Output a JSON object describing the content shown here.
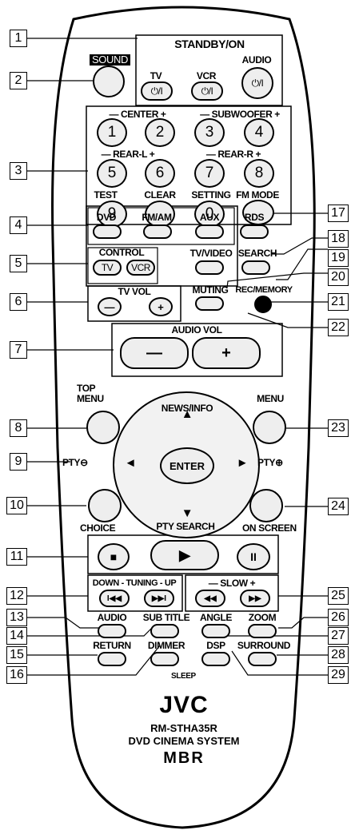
{
  "labels": {
    "standby_on": "STANDBY/ON",
    "sound": "SOUND",
    "tv": "TV",
    "vcr": "VCR",
    "audio": "AUDIO",
    "power_symbol": "⏻/I",
    "center": "— CENTER +",
    "subwoofer": "— SUBWOOFER +",
    "rear_l": "— REAR-L +",
    "rear_r": "— REAR-R +",
    "test": "TEST",
    "clear": "CLEAR",
    "setting": "SETTING",
    "fm_mode": "FM MODE",
    "dvd": "DVD",
    "fm_am": "FM/AM",
    "aux": "AUX",
    "rds": "RDS",
    "control": "CONTROL",
    "control_tv": "TV",
    "control_vcr": "VCR",
    "tv_video": "TV/VIDEO",
    "search": "SEARCH",
    "tv_vol": "TV VOL",
    "muting": "MUTING",
    "rec_memory": "REC/MEMORY",
    "audio_vol": "AUDIO VOL",
    "minus": "—",
    "plus": "+",
    "top_menu_1": "TOP",
    "top_menu_2": "MENU",
    "news_info": "NEWS/INFO",
    "menu": "MENU",
    "pty_minus": "PTY⊖",
    "pty_plus": "PTY⊕",
    "enter": "ENTER",
    "up": "▲",
    "down": "▼",
    "left": "◄",
    "right": "►",
    "choice": "CHOICE",
    "pty_search": "PTY SEARCH",
    "on_screen": "ON SCREEN",
    "stop": "■",
    "play": "▶",
    "pause": "II",
    "tuning": "DOWN - TUNING - UP",
    "slow": "— SLOW +",
    "prev": "I◀◀",
    "next": "▶▶I",
    "rew": "◀◀",
    "ff": "▶▶",
    "audio2": "AUDIO",
    "subtitle": "SUB TITLE",
    "angle": "ANGLE",
    "zoom": "ZOOM",
    "return": "RETURN",
    "dimmer": "DIMMER",
    "dsp": "DSP",
    "surround": "SURROUND",
    "sleep": "SLEEP",
    "jvc": "JVC",
    "model": "RM-STHA35R",
    "system": "DVD CINEMA SYSTEM",
    "mbr": "MBR"
  },
  "numbers": [
    "1",
    "2",
    "3",
    "4",
    "5",
    "6",
    "7",
    "8",
    "9",
    "0"
  ],
  "callouts": [
    "1",
    "2",
    "3",
    "4",
    "5",
    "6",
    "7",
    "8",
    "9",
    "10",
    "11",
    "12",
    "13",
    "14",
    "15",
    "16",
    "17",
    "18",
    "19",
    "20",
    "21",
    "22",
    "23",
    "24",
    "25",
    "26",
    "27",
    "28",
    "29"
  ]
}
